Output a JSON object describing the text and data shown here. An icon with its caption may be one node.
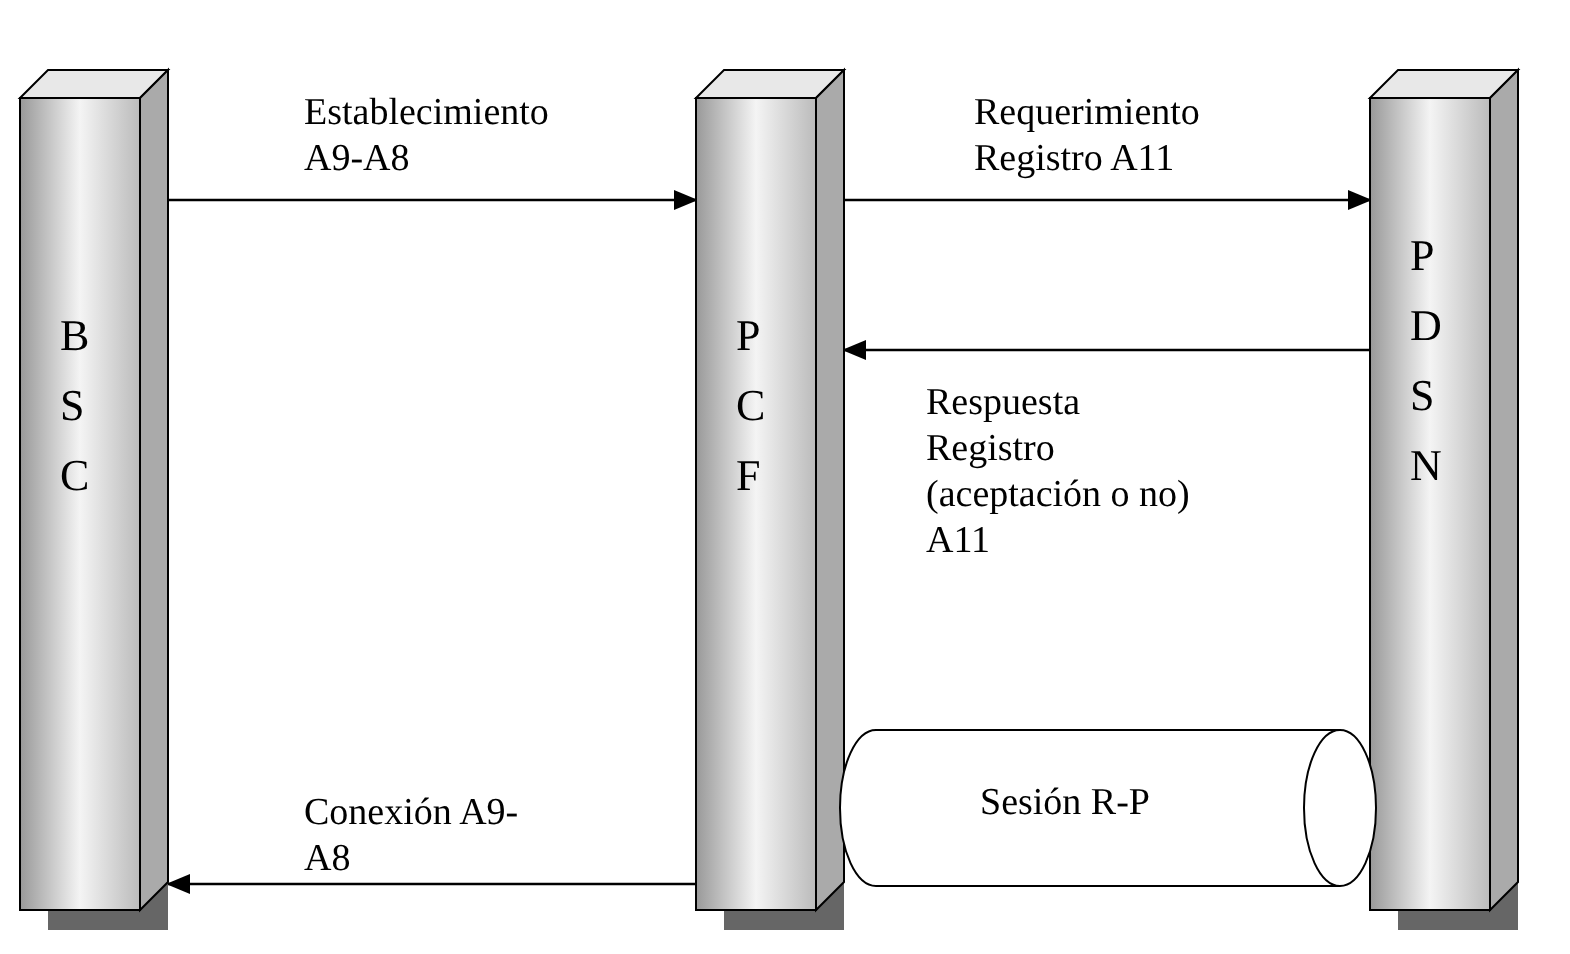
{
  "diagram": {
    "nodes": [
      {
        "text": [
          "BSC"
        ]
      },
      {
        "text": [
          "PCF"
        ]
      },
      {
        "text": [
          "PDSN"
        ]
      },
      {
        "text": [
          "Sesión R-P"
        ]
      }
    ],
    "edges": [
      {
        "from": 0,
        "to": 1,
        "arrow": "to",
        "label": "Establecimiento A9-A8"
      },
      {
        "from": 1,
        "to": 2,
        "arrow": "to",
        "label": "Requerimiento Registro A11"
      },
      {
        "from": 2,
        "to": 1,
        "arrow": "to",
        "label": "Respuesta Registro (aceptación o no) A11"
      },
      {
        "from": 1,
        "to": 0,
        "arrow": "to",
        "label": "Conexión A9-A8"
      }
    ]
  }
}
